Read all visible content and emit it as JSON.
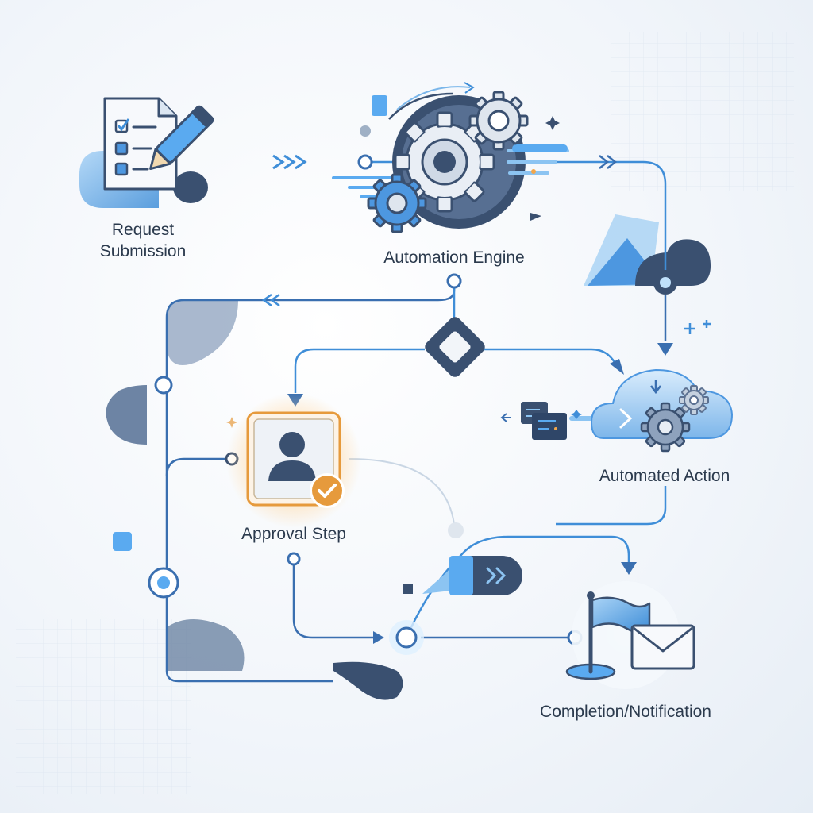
{
  "diagram": {
    "steps": {
      "request": {
        "lines": [
          "Request",
          "Submission"
        ],
        "icon": "document-checklist-pencil-icon"
      },
      "engine": {
        "label": "Automation Engine",
        "icon": "gears-icon"
      },
      "approval": {
        "label": "Approval Step",
        "icon": "user-approved-icon"
      },
      "action": {
        "label": "Automated Action",
        "icon": "cloud-gear-icon"
      },
      "completion": {
        "label": "Completion/Notification",
        "icon": "flag-envelope-icon"
      }
    },
    "decision": {
      "icon": "decision-diamond-icon"
    }
  },
  "colors": {
    "primary_blue": "#3f8ed8",
    "light_blue": "#9ccaf2",
    "navy": "#3a5070",
    "approval_orange": "#e69a3c",
    "label_text": "#2b3a4d"
  }
}
